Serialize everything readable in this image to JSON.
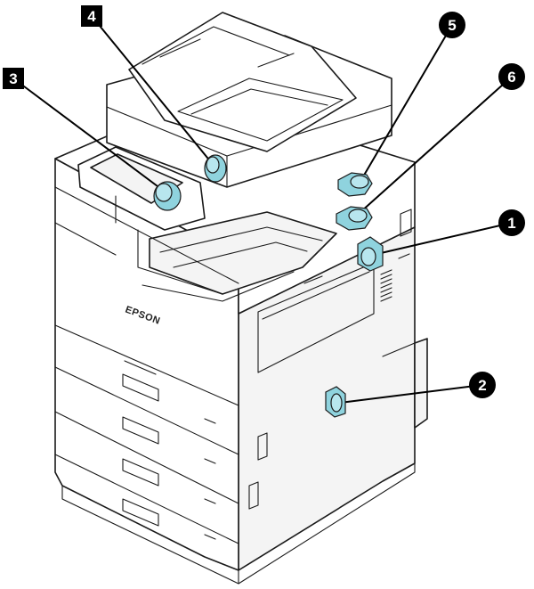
{
  "diagram": {
    "brand_logo": "EPSON",
    "part_color": "#8fd3de",
    "callouts": [
      {
        "id": "1",
        "label": "1",
        "shape": "circle"
      },
      {
        "id": "2",
        "label": "2",
        "shape": "circle"
      },
      {
        "id": "3",
        "label": "3",
        "shape": "square"
      },
      {
        "id": "4",
        "label": "4",
        "shape": "square"
      },
      {
        "id": "5",
        "label": "5",
        "shape": "circle"
      },
      {
        "id": "6",
        "label": "6",
        "shape": "circle"
      }
    ]
  }
}
